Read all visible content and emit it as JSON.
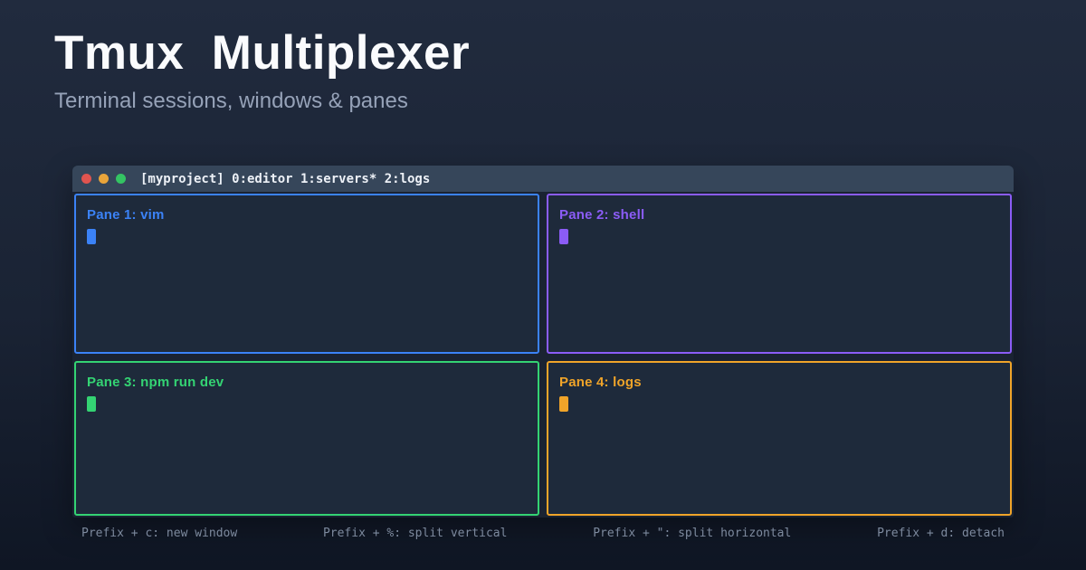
{
  "header": {
    "title": "Tmux  Multiplexer",
    "subtitle": "Terminal sessions, windows & panes"
  },
  "terminal": {
    "titlebar": {
      "session_text": "[myproject] 0:editor 1:servers* 2:logs",
      "dots": [
        {
          "name": "close",
          "color": "#e0544f"
        },
        {
          "name": "minimize",
          "color": "#eaa53a"
        },
        {
          "name": "zoom",
          "color": "#34c463"
        }
      ]
    },
    "panes": [
      {
        "label": "Pane 1: vim",
        "accent": "#3b82f6"
      },
      {
        "label": "Pane 2: shell",
        "accent": "#8b5cf6"
      },
      {
        "label": "Pane 3: npm run dev",
        "accent": "#34d373"
      },
      {
        "label": "Pane 4: logs",
        "accent": "#f0a429"
      }
    ],
    "hints": [
      "Prefix + c: new window",
      "Prefix + %: split vertical",
      "Prefix + \": split horizontal",
      "Prefix + d: detach"
    ]
  },
  "colors": {
    "background_top": "#212b3e",
    "background_bottom": "#0f1624",
    "titlebar_background": "#36465a",
    "window_body_background": "#1a2332",
    "pane_background": "#1e2a3b",
    "subtitle_text": "#96a2b8",
    "hint_text": "#7d8a9e"
  }
}
